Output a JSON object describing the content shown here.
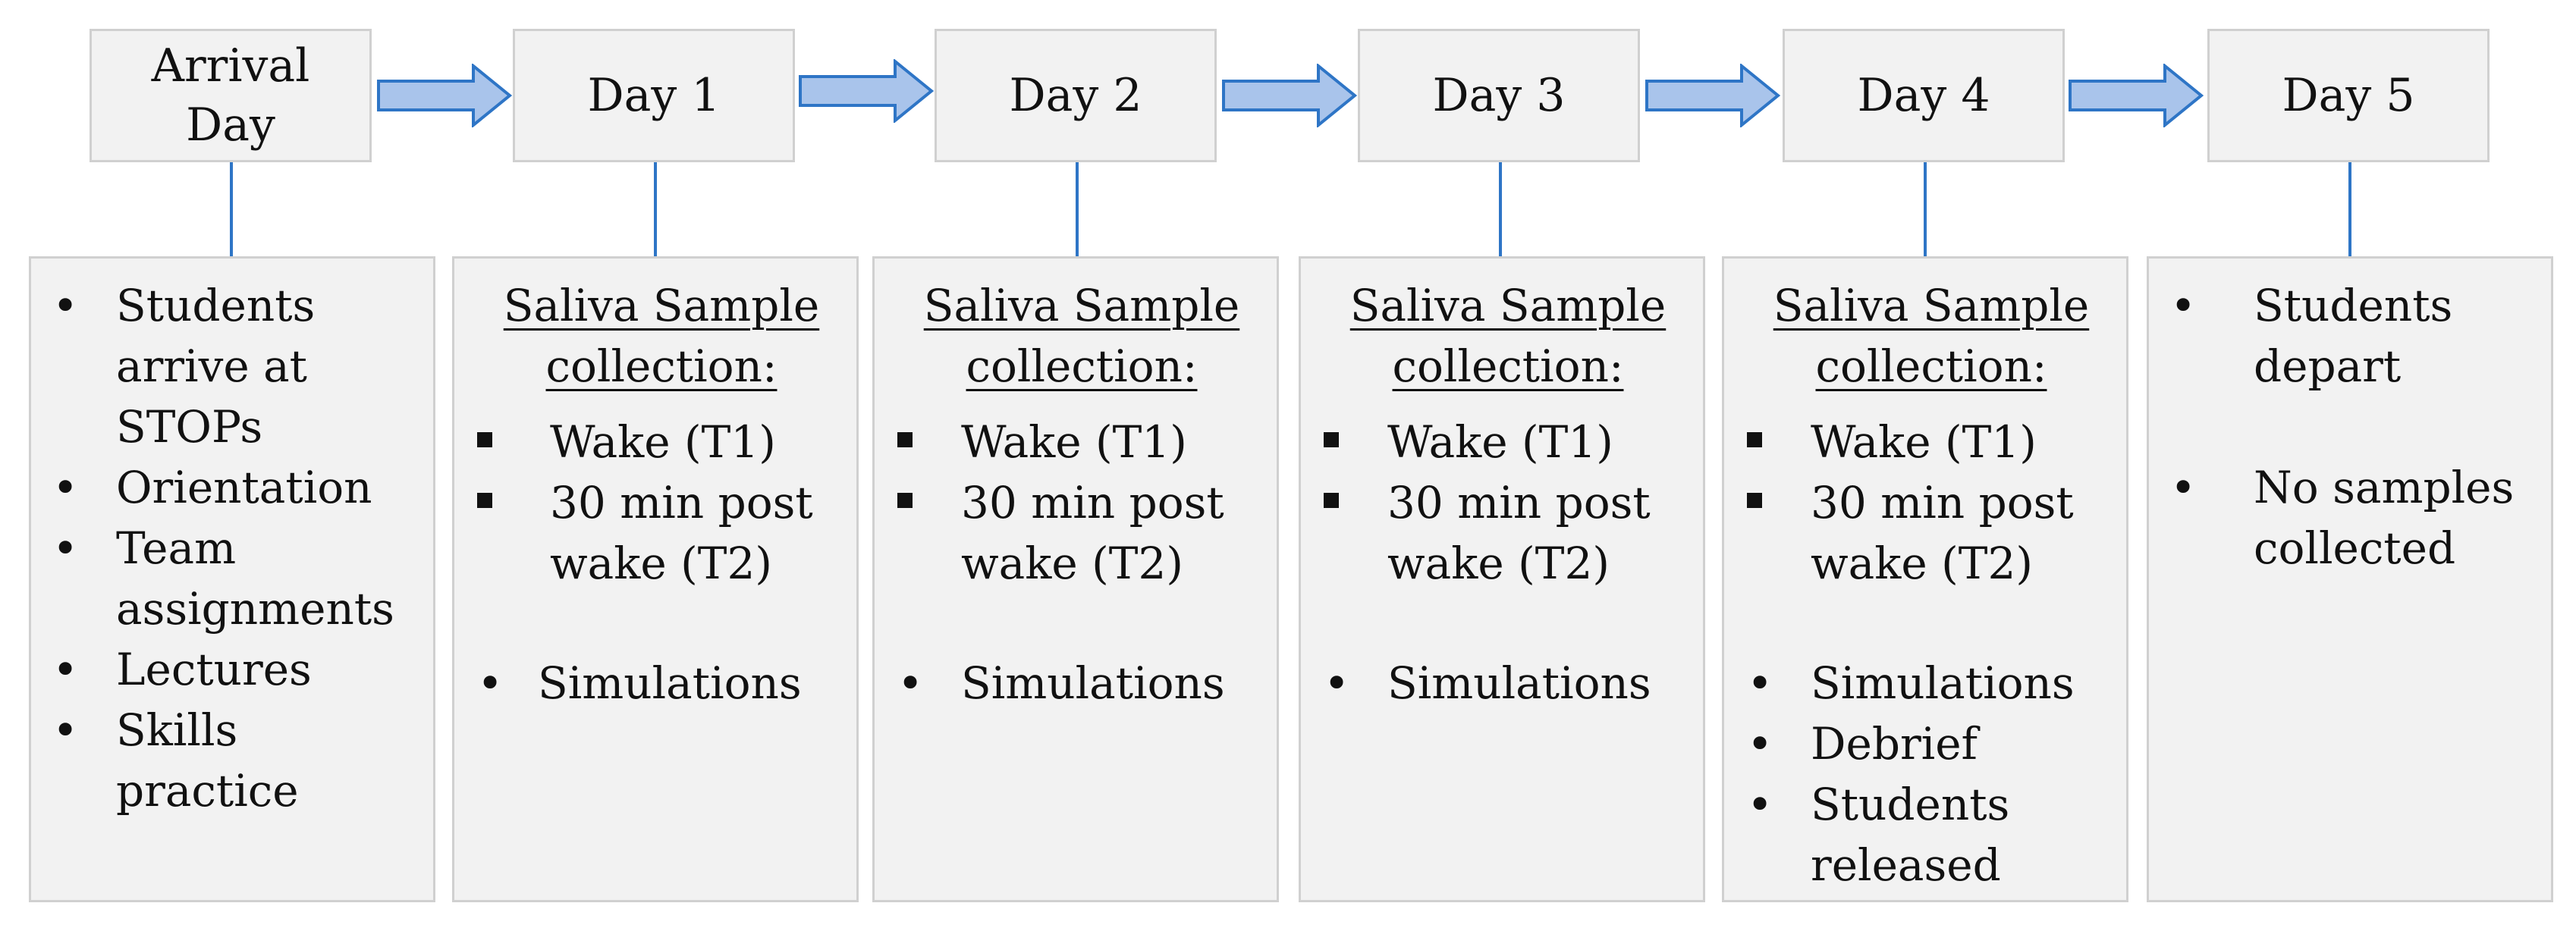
{
  "days": [
    {
      "title": "Arrival\nDay"
    },
    {
      "title": "Day 1"
    },
    {
      "title": "Day 2"
    },
    {
      "title": "Day 3"
    },
    {
      "title": "Day 4"
    },
    {
      "title": "Day 5"
    }
  ],
  "details": {
    "arrival": {
      "bullet": "•",
      "items": [
        "Students arrive at STOPs",
        "Orientation",
        "Team assignments",
        "Lectures",
        "Skills practice"
      ]
    },
    "day1": {
      "heading_line1": "Saliva Sample",
      "heading_line2": "collection:",
      "square_items": [
        "Wake (T1)",
        "30 min post wake (T2)"
      ],
      "bullet": "•",
      "round_items": [
        "Simulations"
      ]
    },
    "day2": {
      "heading_line1": "Saliva Sample",
      "heading_line2": "collection:",
      "square_items": [
        "Wake (T1)",
        "30 min post wake (T2)"
      ],
      "bullet": "•",
      "round_items": [
        "Simulations"
      ]
    },
    "day3": {
      "heading_line1": "Saliva Sample",
      "heading_line2": "collection:",
      "square_items": [
        "Wake (T1)",
        "30 min post wake (T2)"
      ],
      "bullet": "•",
      "round_items": [
        "Simulations"
      ]
    },
    "day4": {
      "heading_line1": "Saliva Sample",
      "heading_line2": "collection:",
      "square_items": [
        "Wake (T1)",
        "30 min post wake (T2)"
      ],
      "bullet": "•",
      "round_items": [
        "Simulations",
        "Debrief",
        "Students released"
      ]
    },
    "day5": {
      "bullet": "•",
      "items": [
        "Students depart",
        "No samples collected"
      ]
    }
  },
  "colors": {
    "box_fill": "#f2f2f2",
    "box_border": "#d0d0d0",
    "arrow_fill": "#a9c4eb",
    "arrow_stroke": "#2e75c6",
    "connector": "#2e75c6"
  }
}
